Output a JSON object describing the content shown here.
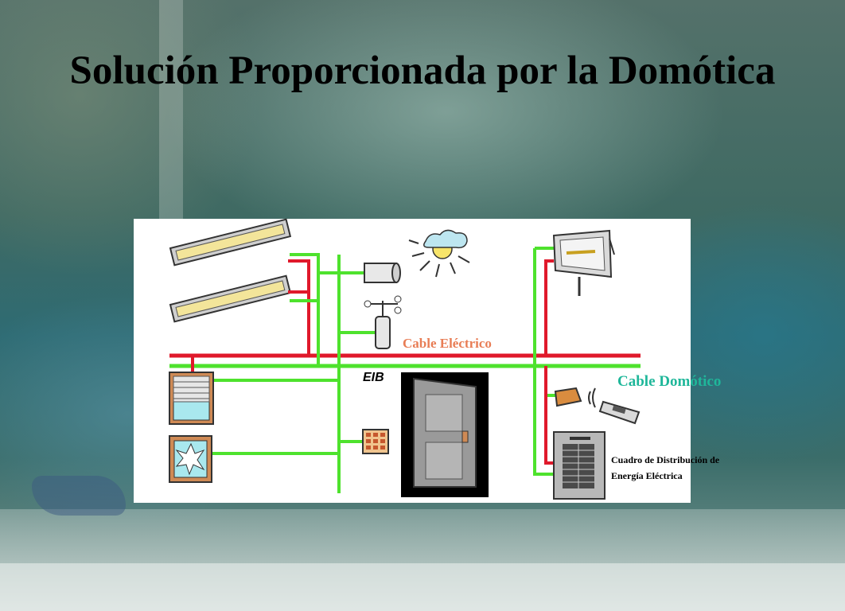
{
  "title": "Solución Proporcionada por la Domótica",
  "diagram": {
    "labels": {
      "cable_electrico": "Cable Eléctrico",
      "cable_domotico": "Cable Domótico",
      "eib": "EIB",
      "cuadro_line1": "Cuadro de Distribución de",
      "cuadro_line2": "Energía Eléctrica"
    },
    "colors": {
      "electric_cable": "#e0192b",
      "domotic_cable": "#4ee22d",
      "label_electric": "#e87d55",
      "label_domotic": "#1fb79a",
      "window_frame": "#cf8a55",
      "window_glass": "#a9e8ee"
    }
  }
}
